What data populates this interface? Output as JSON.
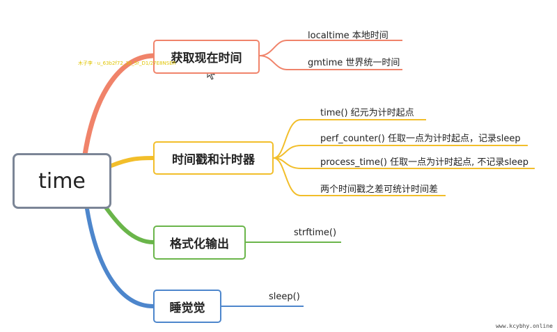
{
  "root": {
    "label": "time"
  },
  "branches": [
    {
      "label": "获取现在时间",
      "color": "#f0836a",
      "leaves": [
        "localtime  本地时间",
        "gmtime  世界统一时间"
      ]
    },
    {
      "label": "时间戳和计时器",
      "color": "#f2be2a",
      "leaves": [
        "time()  纪元为计时起点",
        "perf_counter() 任取一点为计时起点，记录sleep",
        "process_time() 任取一点为计时起点, 不记录sleep",
        "两个时间戳之差可统计时间差"
      ]
    },
    {
      "label": "格式化输出",
      "color": "#6ab54a",
      "leaves": [
        "strftime()"
      ]
    },
    {
      "label": "睡觉觉",
      "color": "#4d86cc",
      "leaves": [
        "sleep()"
      ]
    }
  ],
  "watermark": "木子李 · u_63b2f72_36_5r_D1/27E8NSER",
  "footer_watermark": "www.kcybhy.online"
}
